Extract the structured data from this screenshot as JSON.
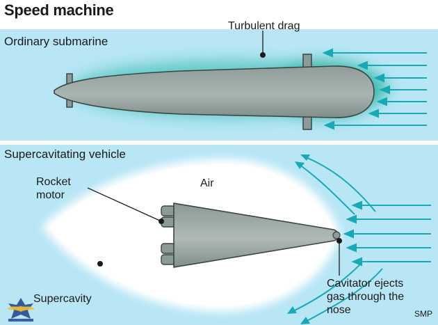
{
  "title": "Speed machine",
  "top_panel": {
    "heading": "Ordinary submarine",
    "drag_label": "Turbulent drag"
  },
  "bottom_panel": {
    "heading": "Supercavitating vehicle",
    "air_label": "Air",
    "rocket_label": "Rocket motor",
    "supercavity_label": "Supercavity",
    "cavitator_label": "Cavitator ejects gas through the nose",
    "credit": "SMP"
  },
  "colors": {
    "water": "#b8e6f5",
    "arrow": "#17a9b6",
    "hull": "#8c9b98",
    "drag_glow": "#23b5a0",
    "cavity": "#ffffff"
  }
}
